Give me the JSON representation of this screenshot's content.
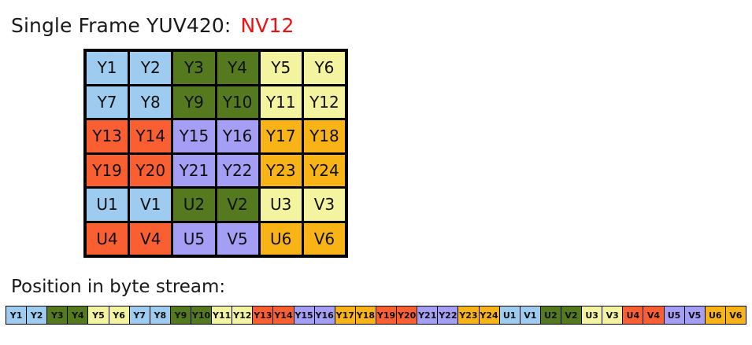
{
  "title": {
    "text": "Single Frame YUV420:",
    "accent": "NV12",
    "accent_color": "#ee1111"
  },
  "stream_caption": "Position in byte stream:",
  "palette": {
    "light_blue": "#9ecbf0",
    "olive_green": "#55791f",
    "pale_yellow": "#f4f4a0",
    "tomato": "#fa5f32",
    "periwinkle": "#a59ef5",
    "amber": "#f8b417",
    "border": "#000000",
    "text": "#101010"
  },
  "frame_grid": {
    "rows": 6,
    "cols": 6,
    "cells": [
      [
        {
          "label": "Y1",
          "color": "#9ecbf0"
        },
        {
          "label": "Y2",
          "color": "#9ecbf0"
        },
        {
          "label": "Y3",
          "color": "#55791f"
        },
        {
          "label": "Y4",
          "color": "#55791f"
        },
        {
          "label": "Y5",
          "color": "#f4f4a0"
        },
        {
          "label": "Y6",
          "color": "#f4f4a0"
        }
      ],
      [
        {
          "label": "Y7",
          "color": "#9ecbf0"
        },
        {
          "label": "Y8",
          "color": "#9ecbf0"
        },
        {
          "label": "Y9",
          "color": "#55791f"
        },
        {
          "label": "Y10",
          "color": "#55791f"
        },
        {
          "label": "Y11",
          "color": "#f4f4a0"
        },
        {
          "label": "Y12",
          "color": "#f4f4a0"
        }
      ],
      [
        {
          "label": "Y13",
          "color": "#fa5f32"
        },
        {
          "label": "Y14",
          "color": "#fa5f32"
        },
        {
          "label": "Y15",
          "color": "#a59ef5"
        },
        {
          "label": "Y16",
          "color": "#a59ef5"
        },
        {
          "label": "Y17",
          "color": "#f8b417"
        },
        {
          "label": "Y18",
          "color": "#f8b417"
        }
      ],
      [
        {
          "label": "Y19",
          "color": "#fa5f32"
        },
        {
          "label": "Y20",
          "color": "#fa5f32"
        },
        {
          "label": "Y21",
          "color": "#a59ef5"
        },
        {
          "label": "Y22",
          "color": "#a59ef5"
        },
        {
          "label": "Y23",
          "color": "#f8b417"
        },
        {
          "label": "Y24",
          "color": "#f8b417"
        }
      ],
      [
        {
          "label": "U1",
          "color": "#9ecbf0"
        },
        {
          "label": "V1",
          "color": "#9ecbf0"
        },
        {
          "label": "U2",
          "color": "#55791f"
        },
        {
          "label": "V2",
          "color": "#55791f"
        },
        {
          "label": "U3",
          "color": "#f4f4a0"
        },
        {
          "label": "V3",
          "color": "#f4f4a0"
        }
      ],
      [
        {
          "label": "U4",
          "color": "#fa5f32"
        },
        {
          "label": "V4",
          "color": "#fa5f32"
        },
        {
          "label": "U5",
          "color": "#a59ef5"
        },
        {
          "label": "V5",
          "color": "#a59ef5"
        },
        {
          "label": "U6",
          "color": "#f8b417"
        },
        {
          "label": "V6",
          "color": "#f8b417"
        }
      ]
    ]
  },
  "byte_stream": {
    "count": 36,
    "cells": [
      {
        "label": "Y1",
        "color": "#9ecbf0"
      },
      {
        "label": "Y2",
        "color": "#9ecbf0"
      },
      {
        "label": "Y3",
        "color": "#55791f"
      },
      {
        "label": "Y4",
        "color": "#55791f"
      },
      {
        "label": "Y5",
        "color": "#f4f4a0"
      },
      {
        "label": "Y6",
        "color": "#f4f4a0"
      },
      {
        "label": "Y7",
        "color": "#9ecbf0"
      },
      {
        "label": "Y8",
        "color": "#9ecbf0"
      },
      {
        "label": "Y9",
        "color": "#55791f"
      },
      {
        "label": "Y10",
        "color": "#55791f"
      },
      {
        "label": "Y11",
        "color": "#f4f4a0"
      },
      {
        "label": "Y12",
        "color": "#f4f4a0"
      },
      {
        "label": "Y13",
        "color": "#fa5f32"
      },
      {
        "label": "Y14",
        "color": "#fa5f32"
      },
      {
        "label": "Y15",
        "color": "#a59ef5"
      },
      {
        "label": "Y16",
        "color": "#a59ef5"
      },
      {
        "label": "Y17",
        "color": "#f8b417"
      },
      {
        "label": "Y18",
        "color": "#f8b417"
      },
      {
        "label": "Y19",
        "color": "#fa5f32"
      },
      {
        "label": "Y20",
        "color": "#fa5f32"
      },
      {
        "label": "Y21",
        "color": "#a59ef5"
      },
      {
        "label": "Y22",
        "color": "#a59ef5"
      },
      {
        "label": "Y23",
        "color": "#f8b417"
      },
      {
        "label": "Y24",
        "color": "#f8b417"
      },
      {
        "label": "U1",
        "color": "#9ecbf0"
      },
      {
        "label": "V1",
        "color": "#9ecbf0"
      },
      {
        "label": "U2",
        "color": "#55791f"
      },
      {
        "label": "V2",
        "color": "#55791f"
      },
      {
        "label": "U3",
        "color": "#f4f4a0"
      },
      {
        "label": "V3",
        "color": "#f4f4a0"
      },
      {
        "label": "U4",
        "color": "#fa5f32"
      },
      {
        "label": "V4",
        "color": "#fa5f32"
      },
      {
        "label": "U5",
        "color": "#a59ef5"
      },
      {
        "label": "V5",
        "color": "#a59ef5"
      },
      {
        "label": "U6",
        "color": "#f8b417"
      },
      {
        "label": "V6",
        "color": "#f8b417"
      }
    ]
  }
}
